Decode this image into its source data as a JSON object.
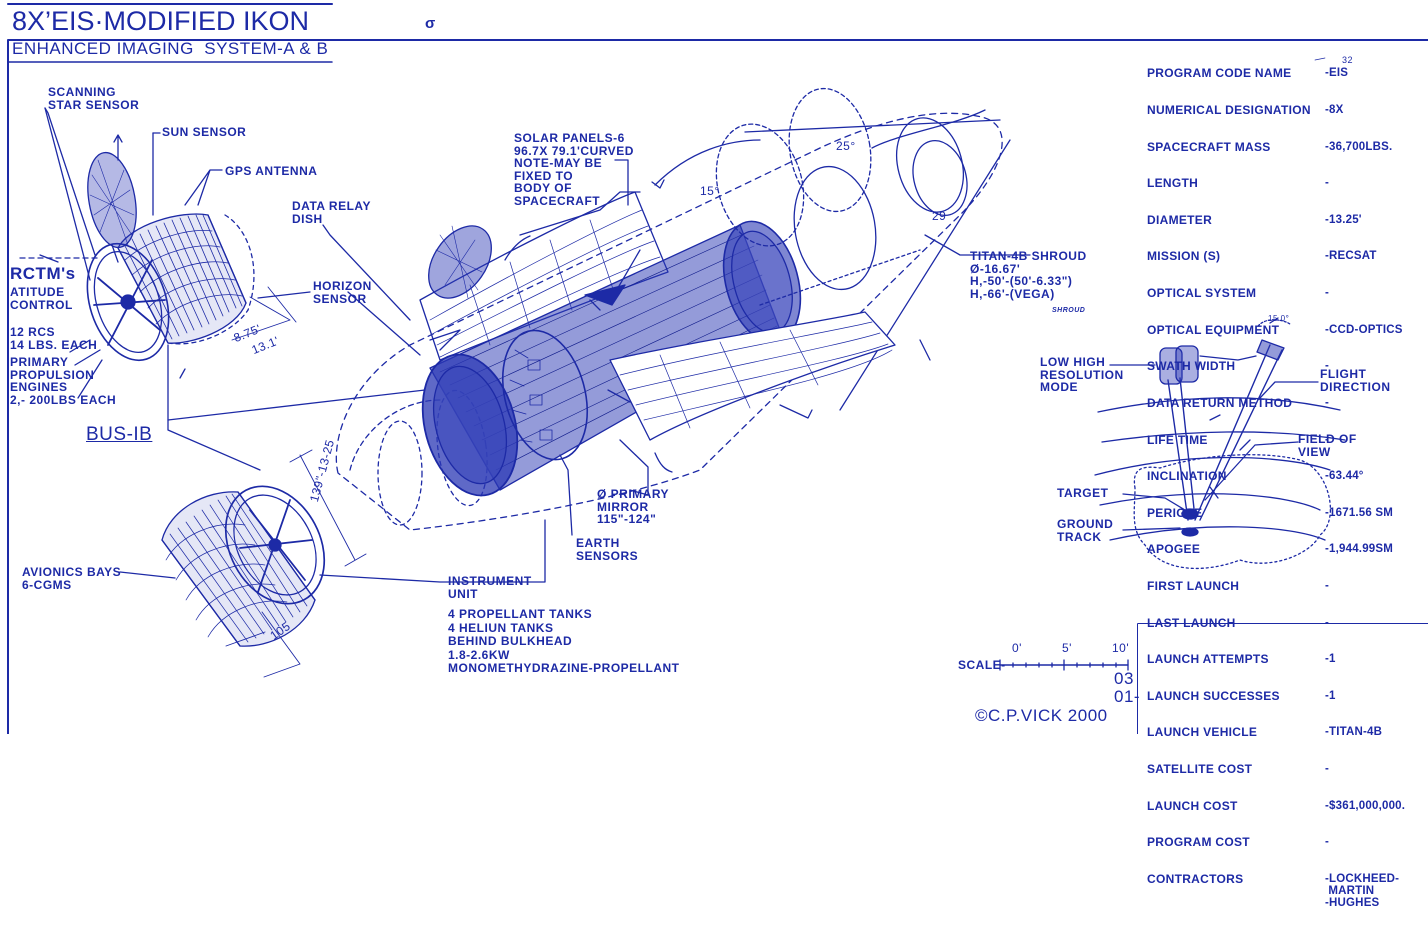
{
  "title": "8X’EIS·MODIFIED IKON",
  "subtitle": "ENHANCED IMAGING  SYSTEM-A & B",
  "labels": {
    "scanning_star_sensor": "SCANNING\nSTAR SENSOR",
    "sun_sensor": "SUN SENSOR",
    "gps_antenna": "GPS ANTENNA",
    "rctms": "RCTM's",
    "attitude_control": "ATITUDE\nCONTROL",
    "rcs": "12 RCS\n14 LBS. EACH",
    "primary_propulsion": "PRIMARY\nPROPULSION\nENGINES\n2,- 200LBS EACH",
    "bus_1b": "BUS-IB",
    "dim_875": "8.75'",
    "dim_131": "13.1'",
    "data_relay_dish": "DATA RELAY\nDISH",
    "horizon_sensor": "HORIZON\nSENSOR",
    "solar_panels": "SOLAR PANELS-6\n96.7X 79.1'CURVED\nNOTE-MAY BE\nFIXED TO\nBODY OF\nSPACECRAFT",
    "angle_25": "25°",
    "angle_15": "15°",
    "dim_29": "29",
    "titan_shroud": "TITAN-4B SHROUD\nØ-16.67'\nH,-50'-(50'-6.33\")\nH,-66'-(VEGA)",
    "shroud_note": "SHROUD",
    "primary_mirror": "Ø PRIMARY\nMIRROR\n115\"-124\"",
    "earth_sensors": "EARTH\nSENSORS",
    "instrument_unit": "INSTRUMENT\nUNIT",
    "tanks_info": "4 PROPELLANT TANKS\n4 HELIUN TANKS\nBEHIND BULKHEAD\n1.8-2.6KW\nMONOMETHYDRAZINE-PROPELLANT",
    "avionics_bays": "AVIONICS BAYS\n6-CGMS",
    "dim_bus_dia": "139\"-13-25",
    "dim_105": "105",
    "low_high_res": "LOW HIGH\nRESOLUTION\nMODE",
    "flight_direction": "FLIGHT\nDIRECTION",
    "field_of_view": "FIELD OF\nVIEW",
    "target": "TARGET",
    "ground_track": "GROUND\nTRACK",
    "angle_small": "15.0°",
    "scale_label": "SCALE-",
    "scale_0": "0'",
    "scale_5": "5'",
    "scale_10": "10'",
    "edge_03": "03",
    "edge_01": "01-",
    "copyright": "©C.P.VICK 2000",
    "top_mark": "σ"
  },
  "specs": {
    "labels": [
      "PROGRAM CODE NAME",
      "NUMERICAL DESIGNATION",
      "SPACECRAFT MASS",
      "LENGTH",
      "DIAMETER",
      "MISSION (S)",
      "OPTICAL SYSTEM",
      "OPTICAL EQUIPMENT",
      "SWATH WIDTH",
      "DATA RETURN METHOD",
      "LIFE TIME",
      "INCLINATION",
      "PERIGEE",
      "APOGEE",
      "FIRST LAUNCH",
      "LAST LAUNCH",
      "LAUNCH ATTEMPTS",
      "LAUNCH SUCCESSES",
      "LAUNCH VEHICLE",
      "SATELLITE COST",
      "LAUNCH COST",
      "PROGRAM COST",
      "CONTRACTORS"
    ],
    "values": [
      "-EIS",
      "-8X",
      "-36,700LBS.",
      "-",
      "-13.25'",
      "-RECSAT",
      "-",
      "-CCD-OPTICS",
      "-",
      "-",
      "-",
      "-63.44°",
      "-1671.56 SM",
      "-1,944.99SM",
      "-",
      "-",
      "-1",
      "-1",
      "-TITAN-4B",
      "-",
      "-$361,000,000.",
      "-",
      "-LOCKHEED-\n MARTIN\n-HUGHES"
    ],
    "mass_overprint": "32"
  },
  "colors": {
    "ink": "#1d2aa6",
    "paper": "#ffffff",
    "shade": "#2a37b4"
  }
}
